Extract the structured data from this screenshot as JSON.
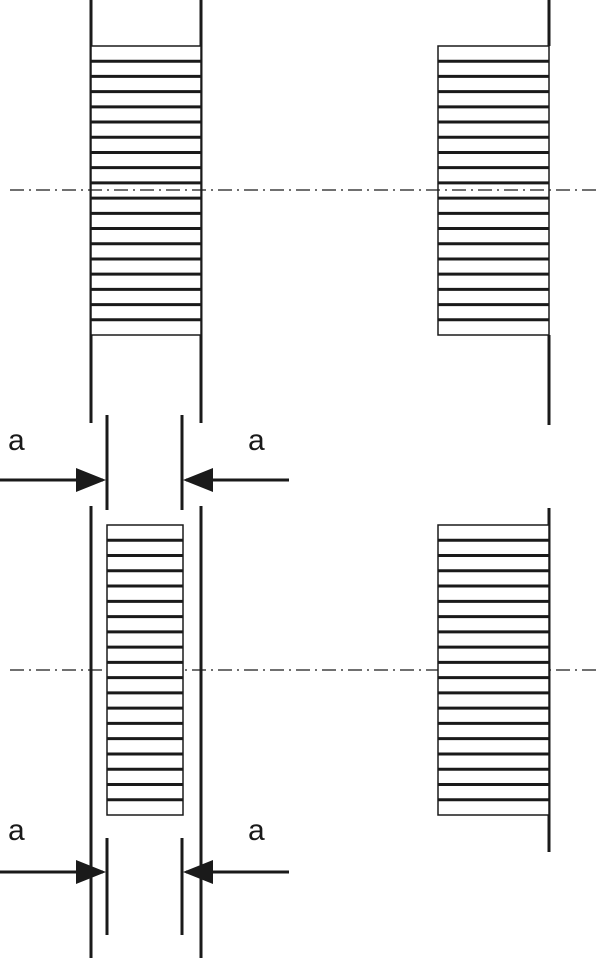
{
  "labels": {
    "top_left": "a",
    "top_right": "a",
    "bottom_left": "a",
    "bottom_right": "a"
  },
  "colors": {
    "line": "#1a1a1a",
    "background": "#ffffff"
  },
  "hatch_count": 19
}
